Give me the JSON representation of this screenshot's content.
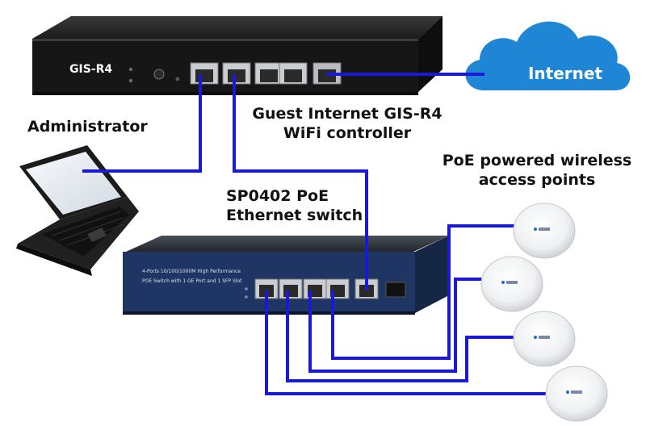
{
  "router": {
    "brand": "GIS-R4",
    "caption_line1": "Guest Internet GIS-R4",
    "caption_line2": "WiFi controller"
  },
  "cloud": {
    "label": "Internet"
  },
  "laptop": {
    "label": "Administrator"
  },
  "switch": {
    "caption_line1": "SP0402 PoE",
    "caption_line2": "Ethernet switch",
    "panel_text_line1": "4-Ports 10/100/1000M High Performance",
    "panel_text_line2": "POE Switch with 1 GE Port and 1 SFP Slot"
  },
  "access_points": {
    "caption_line1": "PoE powered wireless",
    "caption_line2": "access points",
    "count": 4
  },
  "colors": {
    "cable": "#1a1ad6",
    "cloud": "#1e86d4",
    "router_body": "#1c1c1c",
    "switch_body": "#1f3563",
    "port_bg": "#c9ccd0"
  }
}
